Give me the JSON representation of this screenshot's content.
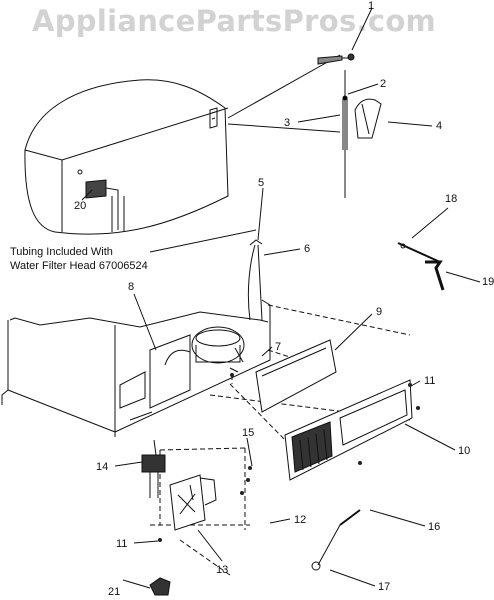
{
  "watermark": "AppliancePartsPros.com",
  "note": {
    "line1": "Tubing Included With",
    "line2": "Water Filter Head 67006524"
  },
  "callouts": {
    "c1": "1",
    "c2": "2",
    "c3": "3",
    "c4": "4",
    "c5": "5",
    "c6": "6",
    "c7": "7",
    "c8": "8",
    "c9": "9",
    "c10": "10",
    "c11a": "11",
    "c11b": "11",
    "c12": "12",
    "c13": "13",
    "c14": "14",
    "c15": "15",
    "c16": "16",
    "c17": "17",
    "c18": "18",
    "c19": "19",
    "c20": "20",
    "c21": "21"
  }
}
